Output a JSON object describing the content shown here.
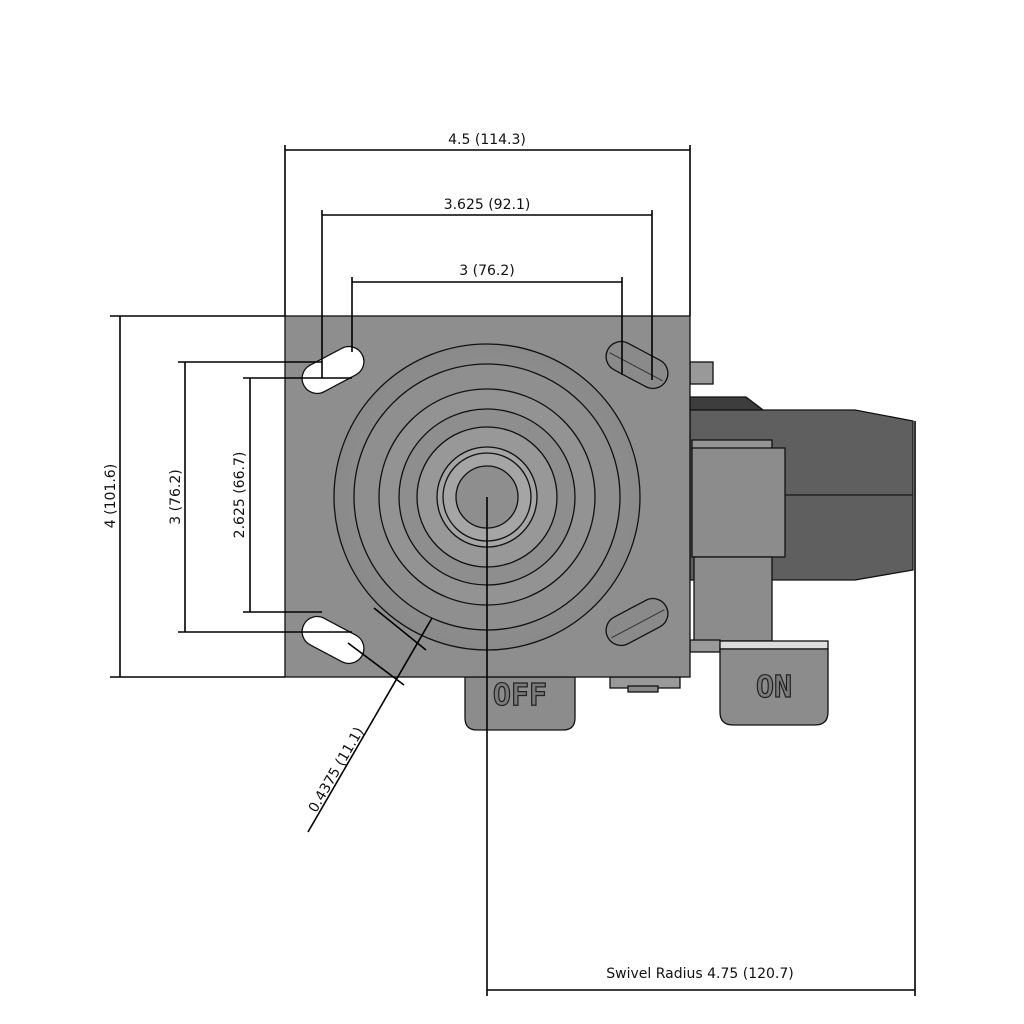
{
  "dimensions": {
    "overall_width": "4.5 (114.3)",
    "slot_outer_width": "3.625 (92.1)",
    "slot_inner_width": "3 (76.2)",
    "overall_height": "4 (101.6)",
    "slot_outer_height": "3 (76.2)",
    "slot_inner_height": "2.625 (66.7)",
    "slot_width": "0.4375 (11.1)",
    "swivel_radius": "Swivel Radius 4.75 (120.7)"
  },
  "pedals": {
    "off_label": "OFF",
    "on_label": "ON"
  },
  "colors": {
    "plate": "#8e8e8e",
    "wheel": "#5f5f5f",
    "line": "#000000"
  }
}
